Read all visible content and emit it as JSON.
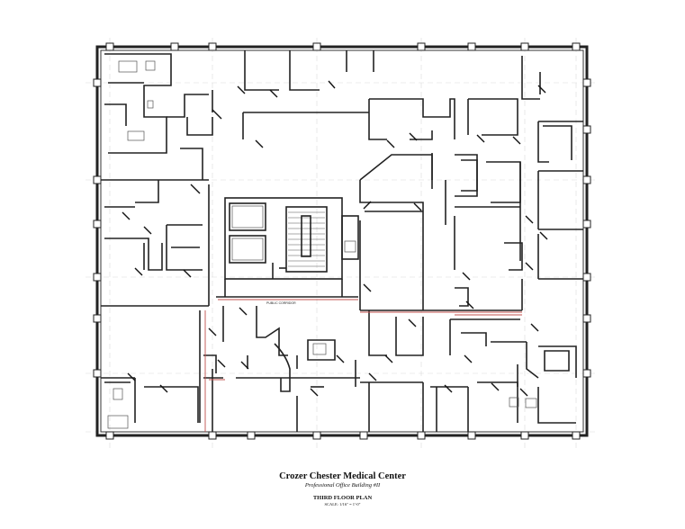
{
  "title_block": {
    "project": "Crozer Chester Medical Center",
    "building": "Professional Office Building #II",
    "sheet": "THIRD FLOOR PLAN",
    "scale": "SCALE: 1/16\" = 1'-0\""
  },
  "labels": {
    "corridor": "PUBLIC CORRIDOR"
  }
}
